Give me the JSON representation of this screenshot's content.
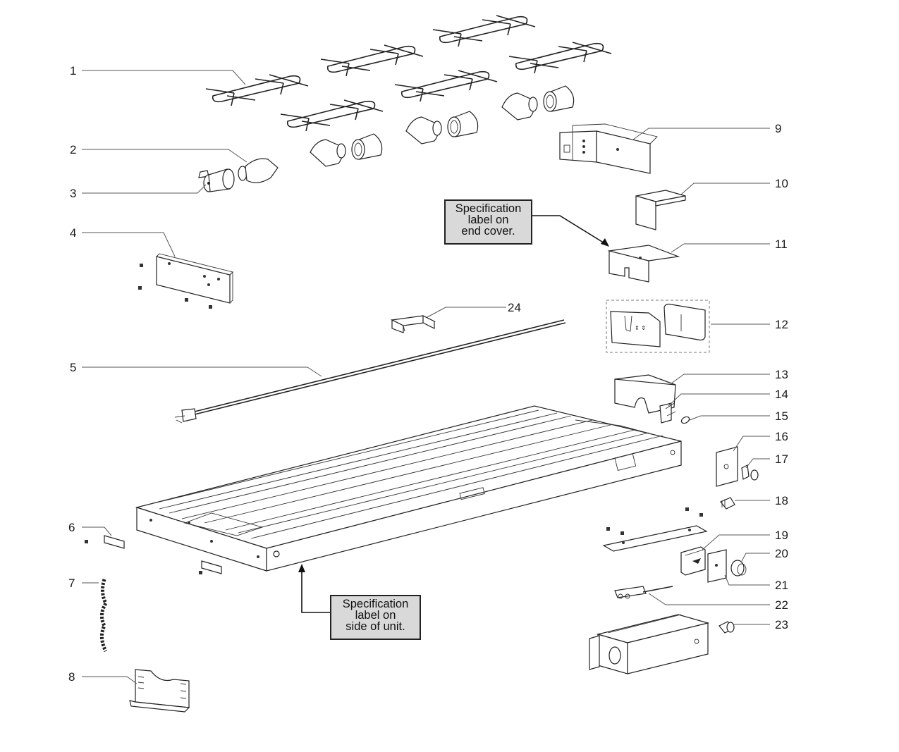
{
  "callouts": {
    "end_cover": [
      "Specification",
      "label on",
      "end cover."
    ],
    "side_of_unit": [
      "Specification",
      "label on",
      "side of unit."
    ]
  },
  "part_numbers": {
    "p1": "1",
    "p2": "2",
    "p3": "3",
    "p4": "4",
    "p5": "5",
    "p6": "6",
    "p7": "7",
    "p8": "8",
    "p9": "9",
    "p10": "10",
    "p11": "11",
    "p12": "12",
    "p13": "13",
    "p14": "14",
    "p15": "15",
    "p16": "16",
    "p17": "17",
    "p18": "18",
    "p19": "19",
    "p20": "20",
    "p21": "21",
    "p22": "22",
    "p23": "23",
    "p24": "24"
  }
}
